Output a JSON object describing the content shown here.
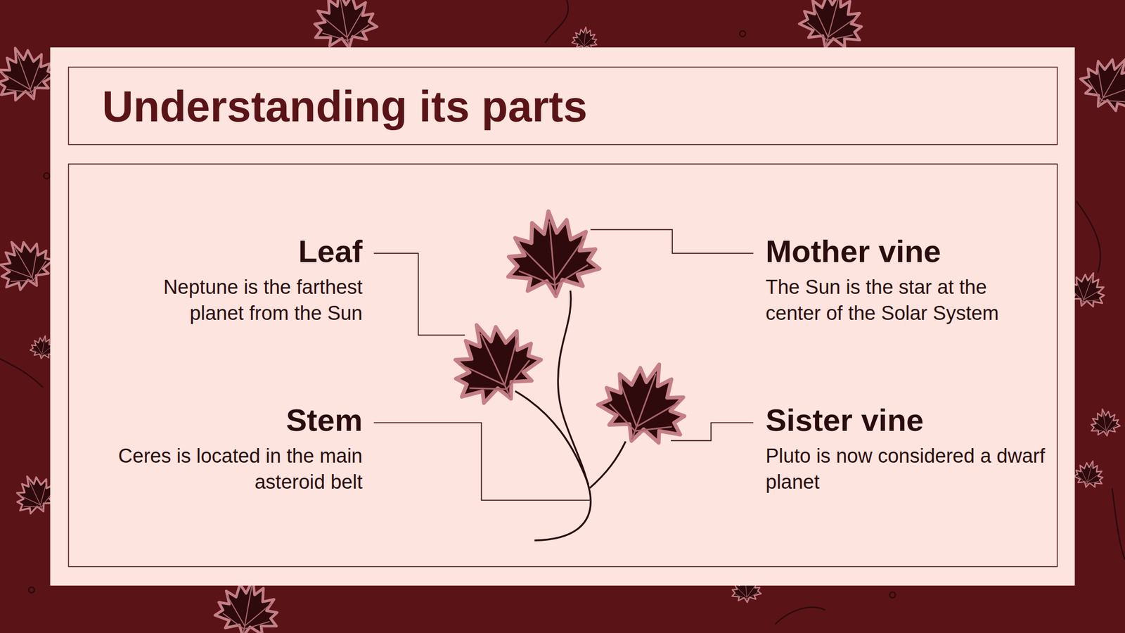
{
  "diagram": {
    "title": "Understanding its parts",
    "labels": [
      "Leaf",
      "Neptune is the farthest planet from the Sun",
      "Mother vine",
      "The Sun is the star at the center of the Solar System",
      "Stem",
      "Ceres is located in the main asteroid belt",
      "Sister vine",
      "Pluto is now considered a dwarf planet"
    ]
  }
}
